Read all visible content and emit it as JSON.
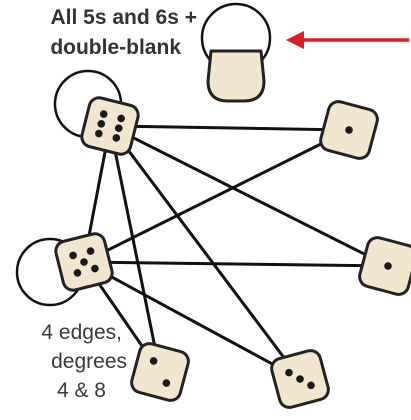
{
  "annotation": {
    "line1": "All 5s and 6s +",
    "line2": "double-blank",
    "arrow_color": "#e01b22"
  },
  "note": {
    "line1": "4 edges,",
    "line2": "degrees",
    "line3": "4 & 8"
  },
  "graph": {
    "nodes": [
      {
        "id": "blank",
        "value": 0,
        "loop": true
      },
      {
        "id": "six",
        "value": 6,
        "loop": true
      },
      {
        "id": "five",
        "value": 5,
        "loop": true
      },
      {
        "id": "one-a",
        "value": 1,
        "loop": false
      },
      {
        "id": "one-b",
        "value": 1,
        "loop": false
      },
      {
        "id": "two-a",
        "value": 2,
        "loop": false
      },
      {
        "id": "three",
        "value": 3,
        "loop": false
      }
    ],
    "edges": [
      [
        "six",
        "five"
      ],
      [
        "six",
        "one-a"
      ],
      [
        "six",
        "one-b"
      ],
      [
        "six",
        "two-a"
      ],
      [
        "six",
        "three"
      ],
      [
        "five",
        "one-a"
      ],
      [
        "five",
        "one-b"
      ],
      [
        "five",
        "two-a"
      ],
      [
        "five",
        "three"
      ]
    ],
    "colors": {
      "die_face": "#f2e6cf",
      "outline": "#111111"
    }
  }
}
